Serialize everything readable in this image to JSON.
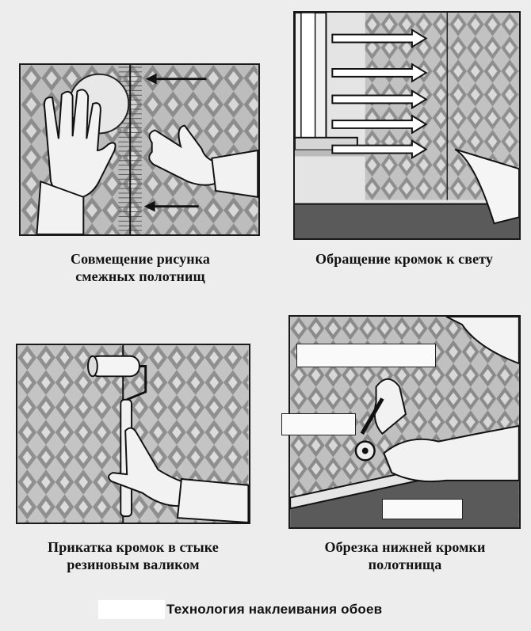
{
  "figures": [
    {
      "id": "fig1",
      "caption_lines": [
        "Совмещение рисунка",
        "смежных полотнищ"
      ]
    },
    {
      "id": "fig2",
      "caption_lines": [
        "Обращение кромок к свету"
      ]
    },
    {
      "id": "fig3",
      "caption_lines": [
        "Прикатка кромок в стыке",
        "резиновым валиком"
      ]
    },
    {
      "id": "fig4",
      "caption_lines": [
        "Обрезка нижней кромки",
        "полотнища"
      ]
    }
  ],
  "footer": {
    "title": "Технология наклеивания обоев"
  }
}
